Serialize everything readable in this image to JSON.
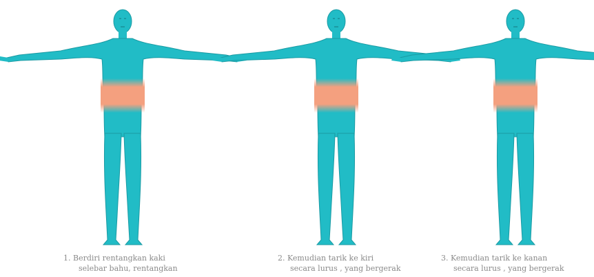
{
  "colors": {
    "body": "#21bcc6",
    "outline": "#1a9aa3",
    "highlight": "#f4a07f",
    "caption": "#8a8a8a"
  },
  "figures": [
    {
      "icon": "human-figure-front-icon",
      "caption_line1": "1.  Berdiri rentangkan kaki",
      "caption_line2": "selebar bahu, rentangkan"
    },
    {
      "icon": "human-figure-front-icon",
      "caption_line1": "2.  Kemudian tarik ke kiri",
      "caption_line2": "secara lurus , yang bergerak"
    },
    {
      "icon": "human-figure-front-icon",
      "caption_line1": "3.  Kemudian tarik ke kanan",
      "caption_line2": "secara lurus , yang bergerak"
    }
  ]
}
